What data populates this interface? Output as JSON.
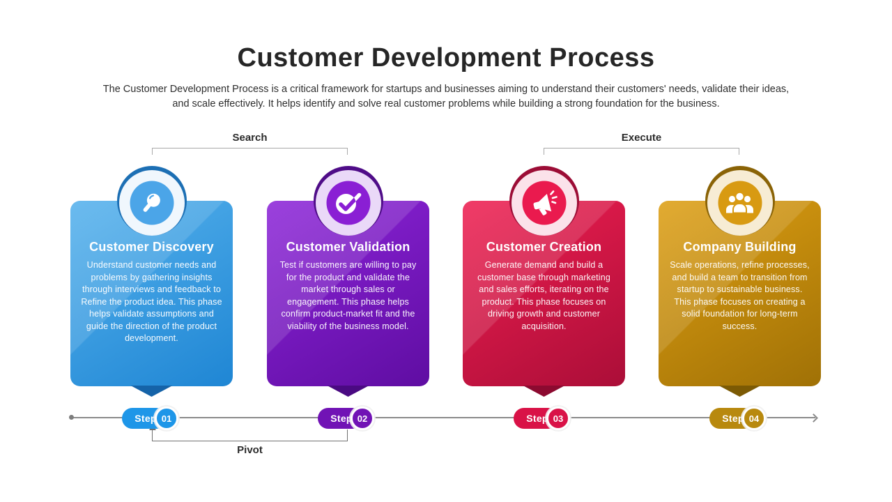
{
  "header": {
    "title": "Customer Development Process",
    "subtitle": "The Customer Development Process is a critical framework for startups and businesses aiming to understand their customers' needs, validate their ideas, and scale effectively. It helps identify and solve real customer problems while building a strong foundation for the business."
  },
  "phase_brackets": {
    "search_label": "Search",
    "execute_label": "Execute",
    "pivot_label": "Pivot"
  },
  "cards": [
    {
      "title": "Customer Discovery",
      "description": "Understand customer needs and problems by gathering insights through interviews and feedback to Refine the product idea. This phase helps validate assumptions and guide the direction of the product development.",
      "icon": "magnifier-icon",
      "colors": {
        "card_light": "#55b1ec",
        "card_dark": "#1f86d4",
        "tail": "#1563a8",
        "arc": "#1c6fb4",
        "ring": "#f0f7fd",
        "inner": "#4ba5e8",
        "badge": "#1e96e8"
      }
    },
    {
      "title": "Customer Validation",
      "description": "Test if customers are willing to pay for the product and validate the market through sales or engagement. This phase helps confirm product-market fit and the viability of the business model.",
      "icon": "checkmark-icon",
      "colors": {
        "card_light": "#8c24d8",
        "card_dark": "#5f0da2",
        "tail": "#4a0a82",
        "arc": "#4f0c88",
        "ring": "#ead9f8",
        "inner": "#8a1fd4",
        "badge": "#7113b5"
      }
    },
    {
      "title": "Customer Creation",
      "description": "Generate demand and build a customer base through marketing and sales efforts, iterating on the product. This phase focuses on driving growth and customer acquisition.",
      "icon": "megaphone-icon",
      "colors": {
        "card_light": "#ee1e50",
        "card_dark": "#ab0e38",
        "tail": "#8c0a30",
        "arc": "#9c0d36",
        "ring": "#fbe2ea",
        "inner": "#ea1a4e",
        "badge": "#d91247"
      }
    },
    {
      "title": "Company Building",
      "description": "Scale operations, refine processes, and build a team to transition from startup to sustainable business. This phase focuses on creating a solid foundation for long-term success.",
      "icon": "team-icon",
      "colors": {
        "card_light": "#dd9e12",
        "card_dark": "#a07106",
        "tail": "#7c5a04",
        "arc": "#8a6306",
        "ring": "#f7ecd4",
        "inner": "#d89a12",
        "badge": "#b8890e"
      }
    }
  ],
  "steps": [
    {
      "label": "Step",
      "number": "01"
    },
    {
      "label": "Step",
      "number": "02"
    },
    {
      "label": "Step",
      "number": "03"
    },
    {
      "label": "Step",
      "number": "04"
    }
  ]
}
